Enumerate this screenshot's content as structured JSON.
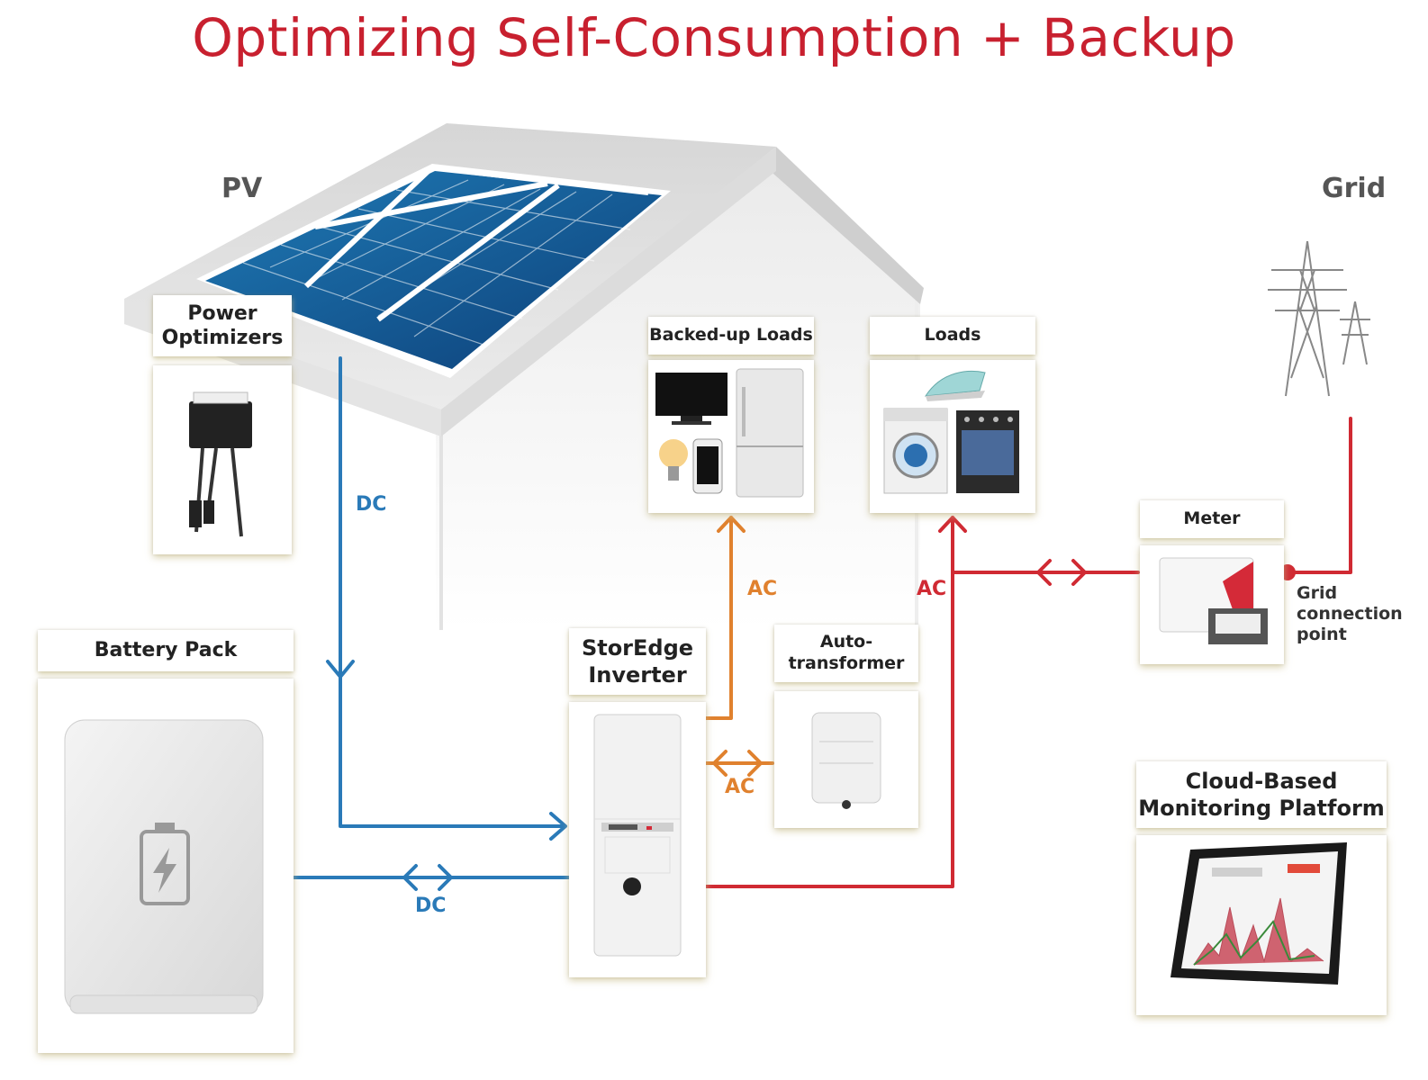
{
  "title": "Optimizing Self-Consumption + Backup",
  "labels": {
    "pv": "PV",
    "grid": "Grid",
    "grid_connection_point": "Grid\nconnection\npoint"
  },
  "cards": {
    "power_optimizers": "Power\nOptimizers",
    "backed_up_loads": "Backed-up Loads",
    "loads": "Loads",
    "meter": "Meter",
    "battery_pack": "Battery Pack",
    "storedge_inverter": "StorEdge\nInverter",
    "auto_transformer": "Auto-\ntransformer",
    "cloud_monitoring": "Cloud-Based\nMonitoring Platform"
  },
  "flows": {
    "dc_pv": "DC",
    "dc_battery": "DC",
    "ac_backed_up": "AC",
    "ac_autotransformer": "AC",
    "ac_loads": "AC"
  },
  "colors": {
    "title": "#c8202f",
    "dc": "#2a7ab8",
    "ac_backup": "#e0812e",
    "ac_grid": "#d02a33"
  },
  "icons": [
    "solar-panel-icon",
    "power-optimizer-icon",
    "tv-icon",
    "fridge-icon",
    "lightbulb-icon",
    "phone-icon",
    "iron-icon",
    "washing-machine-icon",
    "oven-icon",
    "meter-icon",
    "battery-icon",
    "inverter-icon",
    "autotransformer-icon",
    "monitor-icon",
    "transmission-tower-icon"
  ]
}
